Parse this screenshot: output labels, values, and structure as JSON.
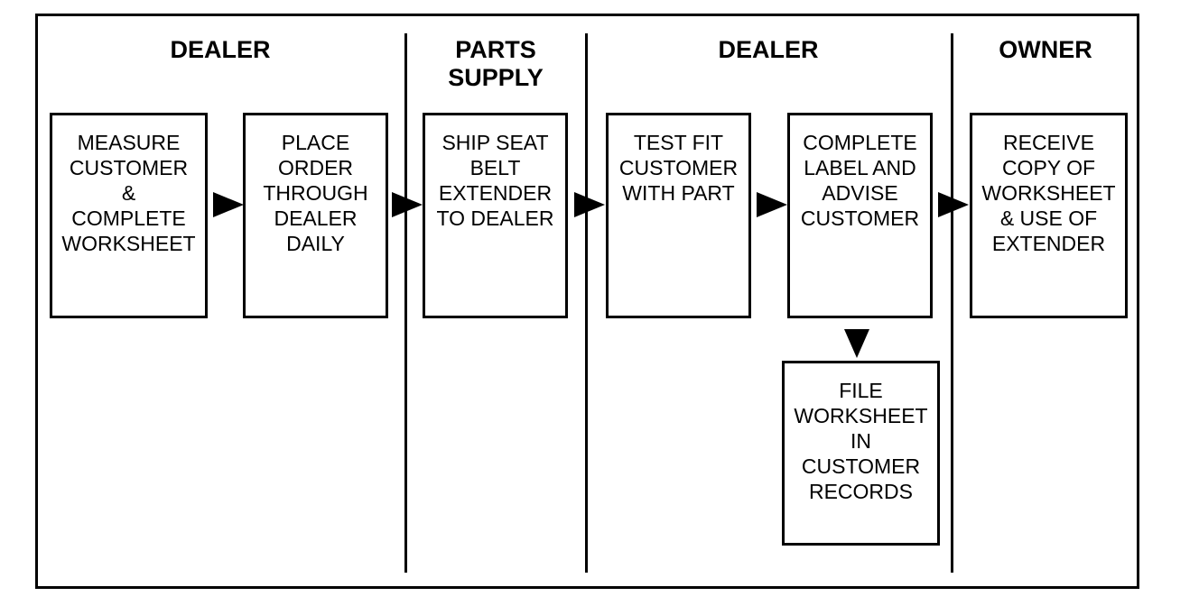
{
  "lanes": [
    {
      "title": "DEALER"
    },
    {
      "title": "PARTS\nSUPPLY"
    },
    {
      "title": "DEALER"
    },
    {
      "title": "OWNER"
    }
  ],
  "steps": [
    {
      "text": "MEASURE\nCUSTOMER\n&\nCOMPLETE\nWORKSHEET"
    },
    {
      "text": "PLACE\nORDER\nTHROUGH\nDEALER\nDAILY"
    },
    {
      "text": "SHIP SEAT\nBELT\nEXTENDER\nTO DEALER"
    },
    {
      "text": "TEST FIT\nCUSTOMER\nWITH PART"
    },
    {
      "text": "COMPLETE\nLABEL AND\nADVISE\nCUSTOMER"
    },
    {
      "text": "RECEIVE\nCOPY OF\nWORKSHEET\n& USE OF\nEXTENDER"
    },
    {
      "text": "FILE\nWORKSHEET\nIN\nCUSTOMER\nRECORDS"
    }
  ]
}
